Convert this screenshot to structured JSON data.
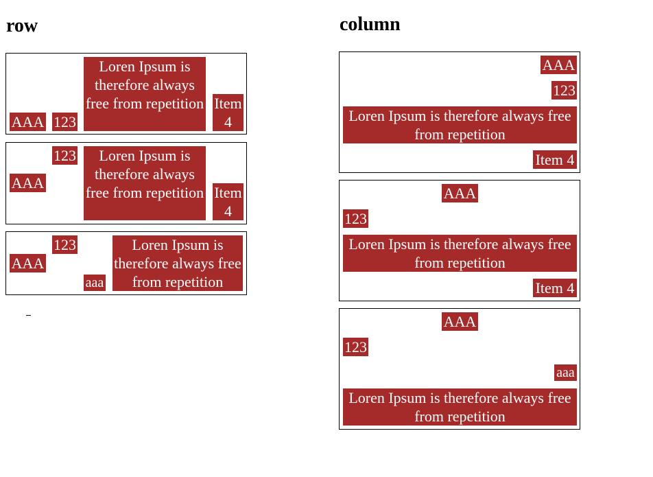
{
  "colors": {
    "item_background": "#a52a2a",
    "item_text": "#ffffff",
    "border": "#000000"
  },
  "row_section": {
    "heading": "row",
    "containers": [
      {
        "items": [
          "AAA",
          "123",
          "Loren Ipsum is therefore always free from repetition",
          "Item 4"
        ]
      },
      {
        "items": [
          "AAA",
          "123",
          "Loren Ipsum is therefore always free from repetition",
          "Item 4"
        ]
      },
      {
        "items": [
          "AAA",
          "123",
          "aaa",
          "Loren Ipsum is therefore always free from repetition"
        ]
      }
    ]
  },
  "column_section": {
    "heading": "column",
    "containers": [
      {
        "items": [
          "AAA",
          "123",
          "Loren Ipsum is therefore always free from repetition",
          "Item 4"
        ]
      },
      {
        "items": [
          "AAA",
          "123",
          "Loren Ipsum is therefore always free from repetition",
          "Item 4"
        ]
      },
      {
        "items": [
          "AAA",
          "123",
          "aaa",
          "Loren Ipsum is therefore always free from repetition"
        ]
      }
    ]
  }
}
